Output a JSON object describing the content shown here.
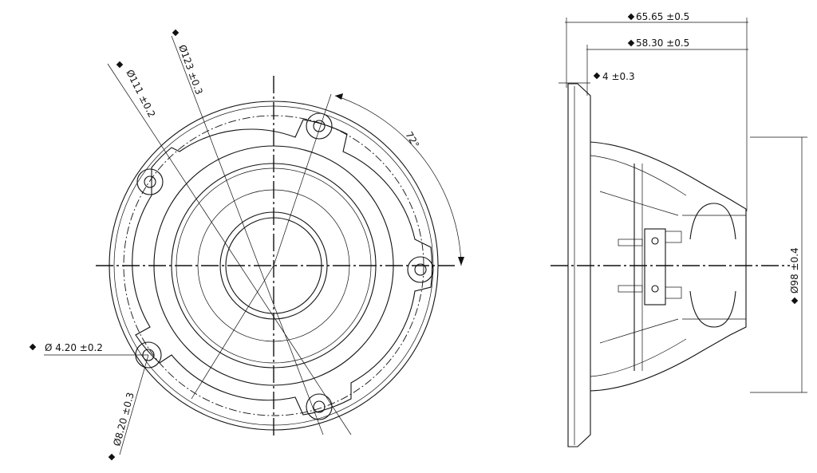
{
  "front_view": {
    "dims": {
      "d123": "Ø123 ±0.3",
      "d111": "Ø111 ±0.2",
      "angle": "72°",
      "hole": "Ø 4.20 ±0.2",
      "cbore": "Ø8.20 ±0.3"
    }
  },
  "side_view": {
    "dims": {
      "overall": "65.65 ±0.5",
      "depth": "58.30 ±0.5",
      "flange": "4 ±0.3",
      "cutout": "Ø98 ±0.4"
    }
  }
}
